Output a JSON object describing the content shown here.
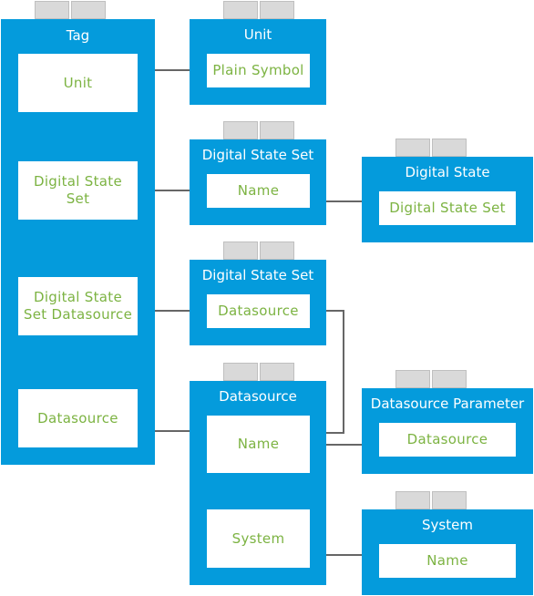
{
  "entities": {
    "tag": {
      "title": "Tag",
      "fields": {
        "unit": "Unit",
        "digital_state_set": "Digital State Set",
        "digital_state_set_datasource": "Digital State Set Datasource",
        "datasource": "Datasource"
      }
    },
    "unit": {
      "title": "Unit",
      "fields": {
        "plain_symbol": "Plain Symbol"
      }
    },
    "digital_state_set": {
      "title": "Digital State Set",
      "fields": {
        "name": "Name"
      }
    },
    "digital_state": {
      "title": "Digital State",
      "fields": {
        "digital_state_set": "Digital State Set"
      }
    },
    "digital_state_set_ds": {
      "title": "Digital State Set",
      "fields": {
        "datasource": "Datasource"
      }
    },
    "datasource": {
      "title": "Datasource",
      "fields": {
        "name": "Name",
        "system": "System"
      }
    },
    "datasource_parameter": {
      "title": "Datasource Parameter",
      "fields": {
        "datasource": "Datasource"
      }
    },
    "system": {
      "title": "System",
      "fields": {
        "name": "Name"
      }
    }
  },
  "colors": {
    "entity_fill": "#049bdc",
    "field_text": "#7cb342",
    "connector": "#666666",
    "tab_fill": "#d9d9d9"
  }
}
